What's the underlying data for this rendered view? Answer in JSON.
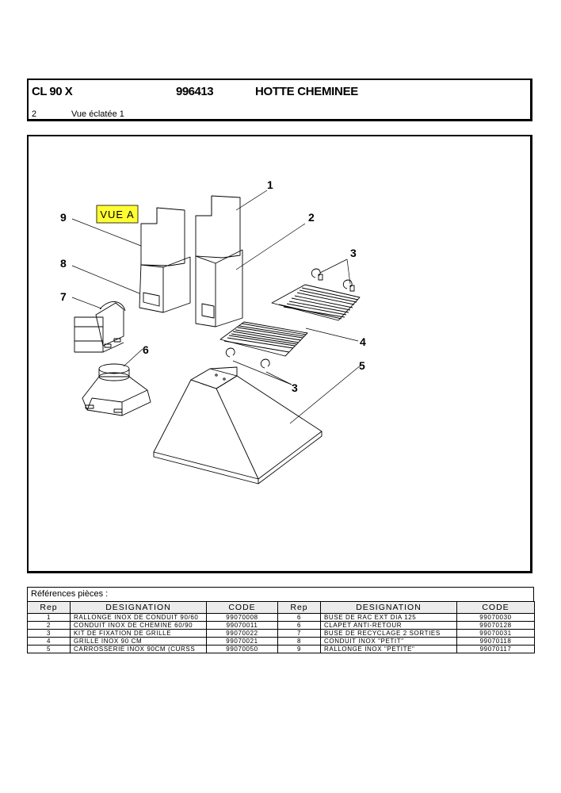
{
  "header": {
    "model": "CL 90 X",
    "product_code": "996413",
    "product_name": "HOTTE CHEMINEE",
    "page_number": "2",
    "view_title": "Vue éclatée 1"
  },
  "diagram": {
    "vue_label": "VUE A",
    "callouts": [
      "1",
      "2",
      "3",
      "4",
      "5",
      "6",
      "7",
      "8",
      "9",
      "3"
    ]
  },
  "references": {
    "caption": "Références pièces  :",
    "columns": [
      "Rep",
      "DESIGNATION",
      "CODE",
      "Rep",
      "DESIGNATION",
      "CODE"
    ],
    "rows": [
      [
        "1",
        "RALLONGE INOX DE CONDUIT 90/60",
        "99070008",
        "6",
        "BUSE DE RAC EXT DIA 125",
        "99070030"
      ],
      [
        "2",
        "CONDUIT INOX DE CHEMINE 60/90",
        "99070011",
        "6",
        "CLAPET ANTI-RETOUR",
        "99070128"
      ],
      [
        "3",
        "KIT DE FIXATION DE GRILLE",
        "99070022",
        "7",
        "BUSE DE RECYCLAGE 2 SORTIES",
        "99070031"
      ],
      [
        "4",
        "GRILLE INOX 90 CM",
        "99070021",
        "8",
        "CONDUIT INOX \"PETIT\"",
        "99070118"
      ],
      [
        "5",
        "CARROSSERIE INOX 90CM (CURSS",
        "99070050",
        "9",
        "RALLONGE INOX \"PETITE\"",
        "99070117"
      ]
    ]
  }
}
